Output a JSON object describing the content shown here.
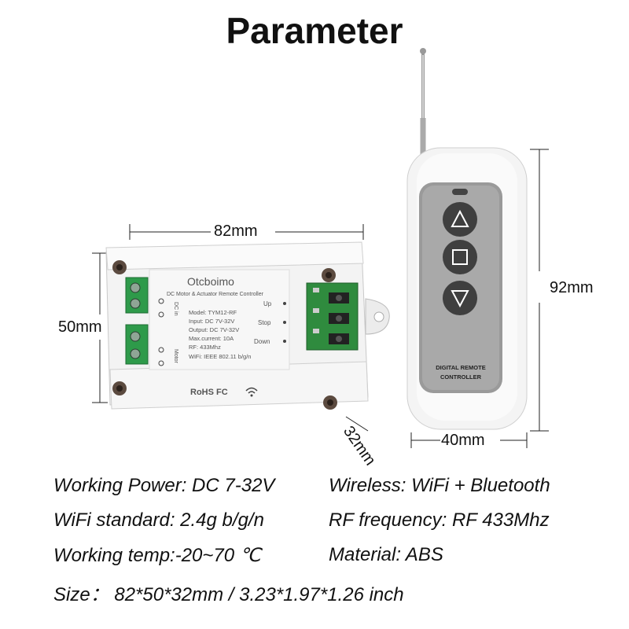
{
  "title": "Parameter",
  "dimensions": {
    "width": "82mm",
    "height": "50mm",
    "depth": "32mm",
    "remote_width": "40mm",
    "remote_height": "92mm"
  },
  "controller": {
    "brand": "Otcboimo",
    "subtitle": "DC Motor & Actuator Remote Controller",
    "dc_in": "DC in",
    "motor": "Motor",
    "model": "Model:  TYM12-RF",
    "input": "Input:  DC 7V-32V",
    "output": "Output:  DC 7V-32V",
    "max_current": "Max.current:  10A",
    "rf": "RF:  433Mhz",
    "wifi": "WiFi:  IEEE 802.11 b/g/n",
    "up": "Up",
    "stop": "Stop",
    "down": "Down",
    "certs": "RoHS FC"
  },
  "remote": {
    "label_line1": "DIGITAL REMOTE",
    "label_line2": "CONTROLLER"
  },
  "specs": {
    "working_power": "Working Power: DC 7-32V",
    "wireless": "Wireless: WiFi + Bluetooth",
    "wifi_standard": "WiFi standard: 2.4g b/g/n",
    "rf_frequency": "RF frequency: RF 433Mhz",
    "working_temp": "Working temp:-20~70 ℃",
    "material": "Material: ABS",
    "size": "Size： 82*50*32mm / 3.23*1.97*1.26 inch"
  }
}
